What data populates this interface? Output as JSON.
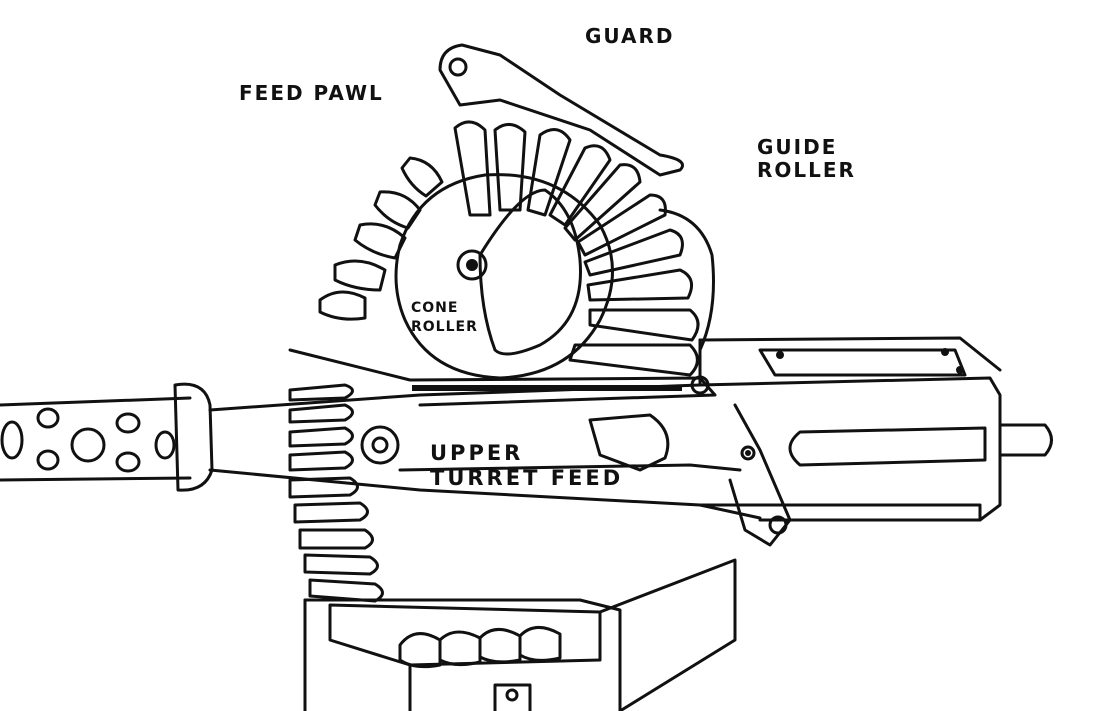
{
  "labels": {
    "guard": "GUARD",
    "feed_pawl": "FEED PAWL",
    "guide_roller_line1": "GUIDE",
    "guide_roller_line2": "ROLLER",
    "cone_roller_line1": "CONE",
    "cone_roller_line2": "ROLLER",
    "upper_turret_feed_line1": "UPPER",
    "upper_turret_feed_line2": "TURRET FEED"
  },
  "colors": {
    "ink": "#111111",
    "paper": "#ffffff"
  }
}
